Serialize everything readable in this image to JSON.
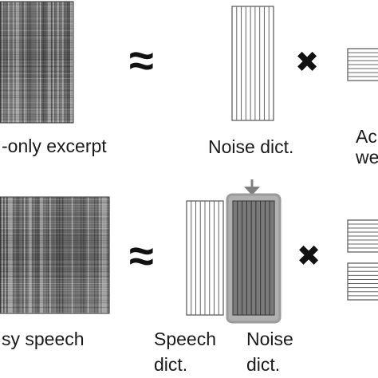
{
  "top_row": {
    "spectrogram_label": "-only excerpt",
    "approx_symbol": "≈",
    "dict_label": "Noise dict.",
    "multiply_symbol": "✖",
    "weights_label_line1": "Ac",
    "weights_label_line2": "we"
  },
  "bottom_row": {
    "spectrogram_label": "sy speech",
    "approx_symbol": "≈",
    "speech_dict_label_line1": "Speech",
    "speech_dict_label_line2": "dict.",
    "noise_dict_label_line1": "Noise",
    "noise_dict_label_line2": "dict.",
    "multiply_symbol": "✖"
  },
  "colors": {
    "text": "#1a1a1a",
    "dict_lines": "#555555",
    "highlight": "#9a9a9a",
    "dark_dict": "#7a7a7a",
    "arrow": "#808080"
  }
}
